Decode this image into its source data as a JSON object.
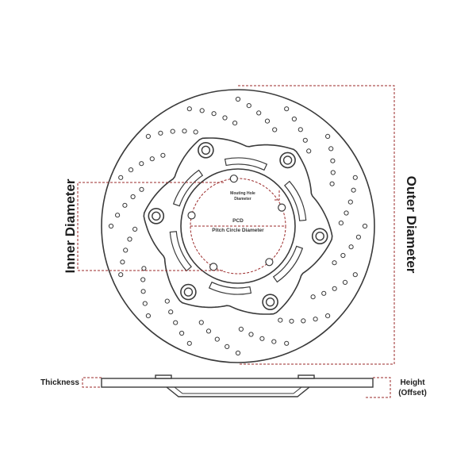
{
  "labels": {
    "outer_diameter": "Outer Diameter",
    "inner_diameter": "Inner Diameter",
    "mounting_hole_line1": "Mouting Hole",
    "mounting_hole_line2": "Diameter",
    "pcd": "PCD",
    "pitch_circle_diameter": "Pitch Circle Diameter",
    "thickness": "Thickness",
    "height_line1": "Height",
    "height_line2": "(Offset)"
  },
  "colors": {
    "outline": "#3a3a3a",
    "dimension": "#9b2a2a",
    "disc_fill": "#ffffff",
    "text": "#1e1e1e"
  },
  "disc": {
    "mounting_bolts": 6,
    "inner_carrier_holes": 5,
    "drill_holes_per_cluster": 5
  }
}
